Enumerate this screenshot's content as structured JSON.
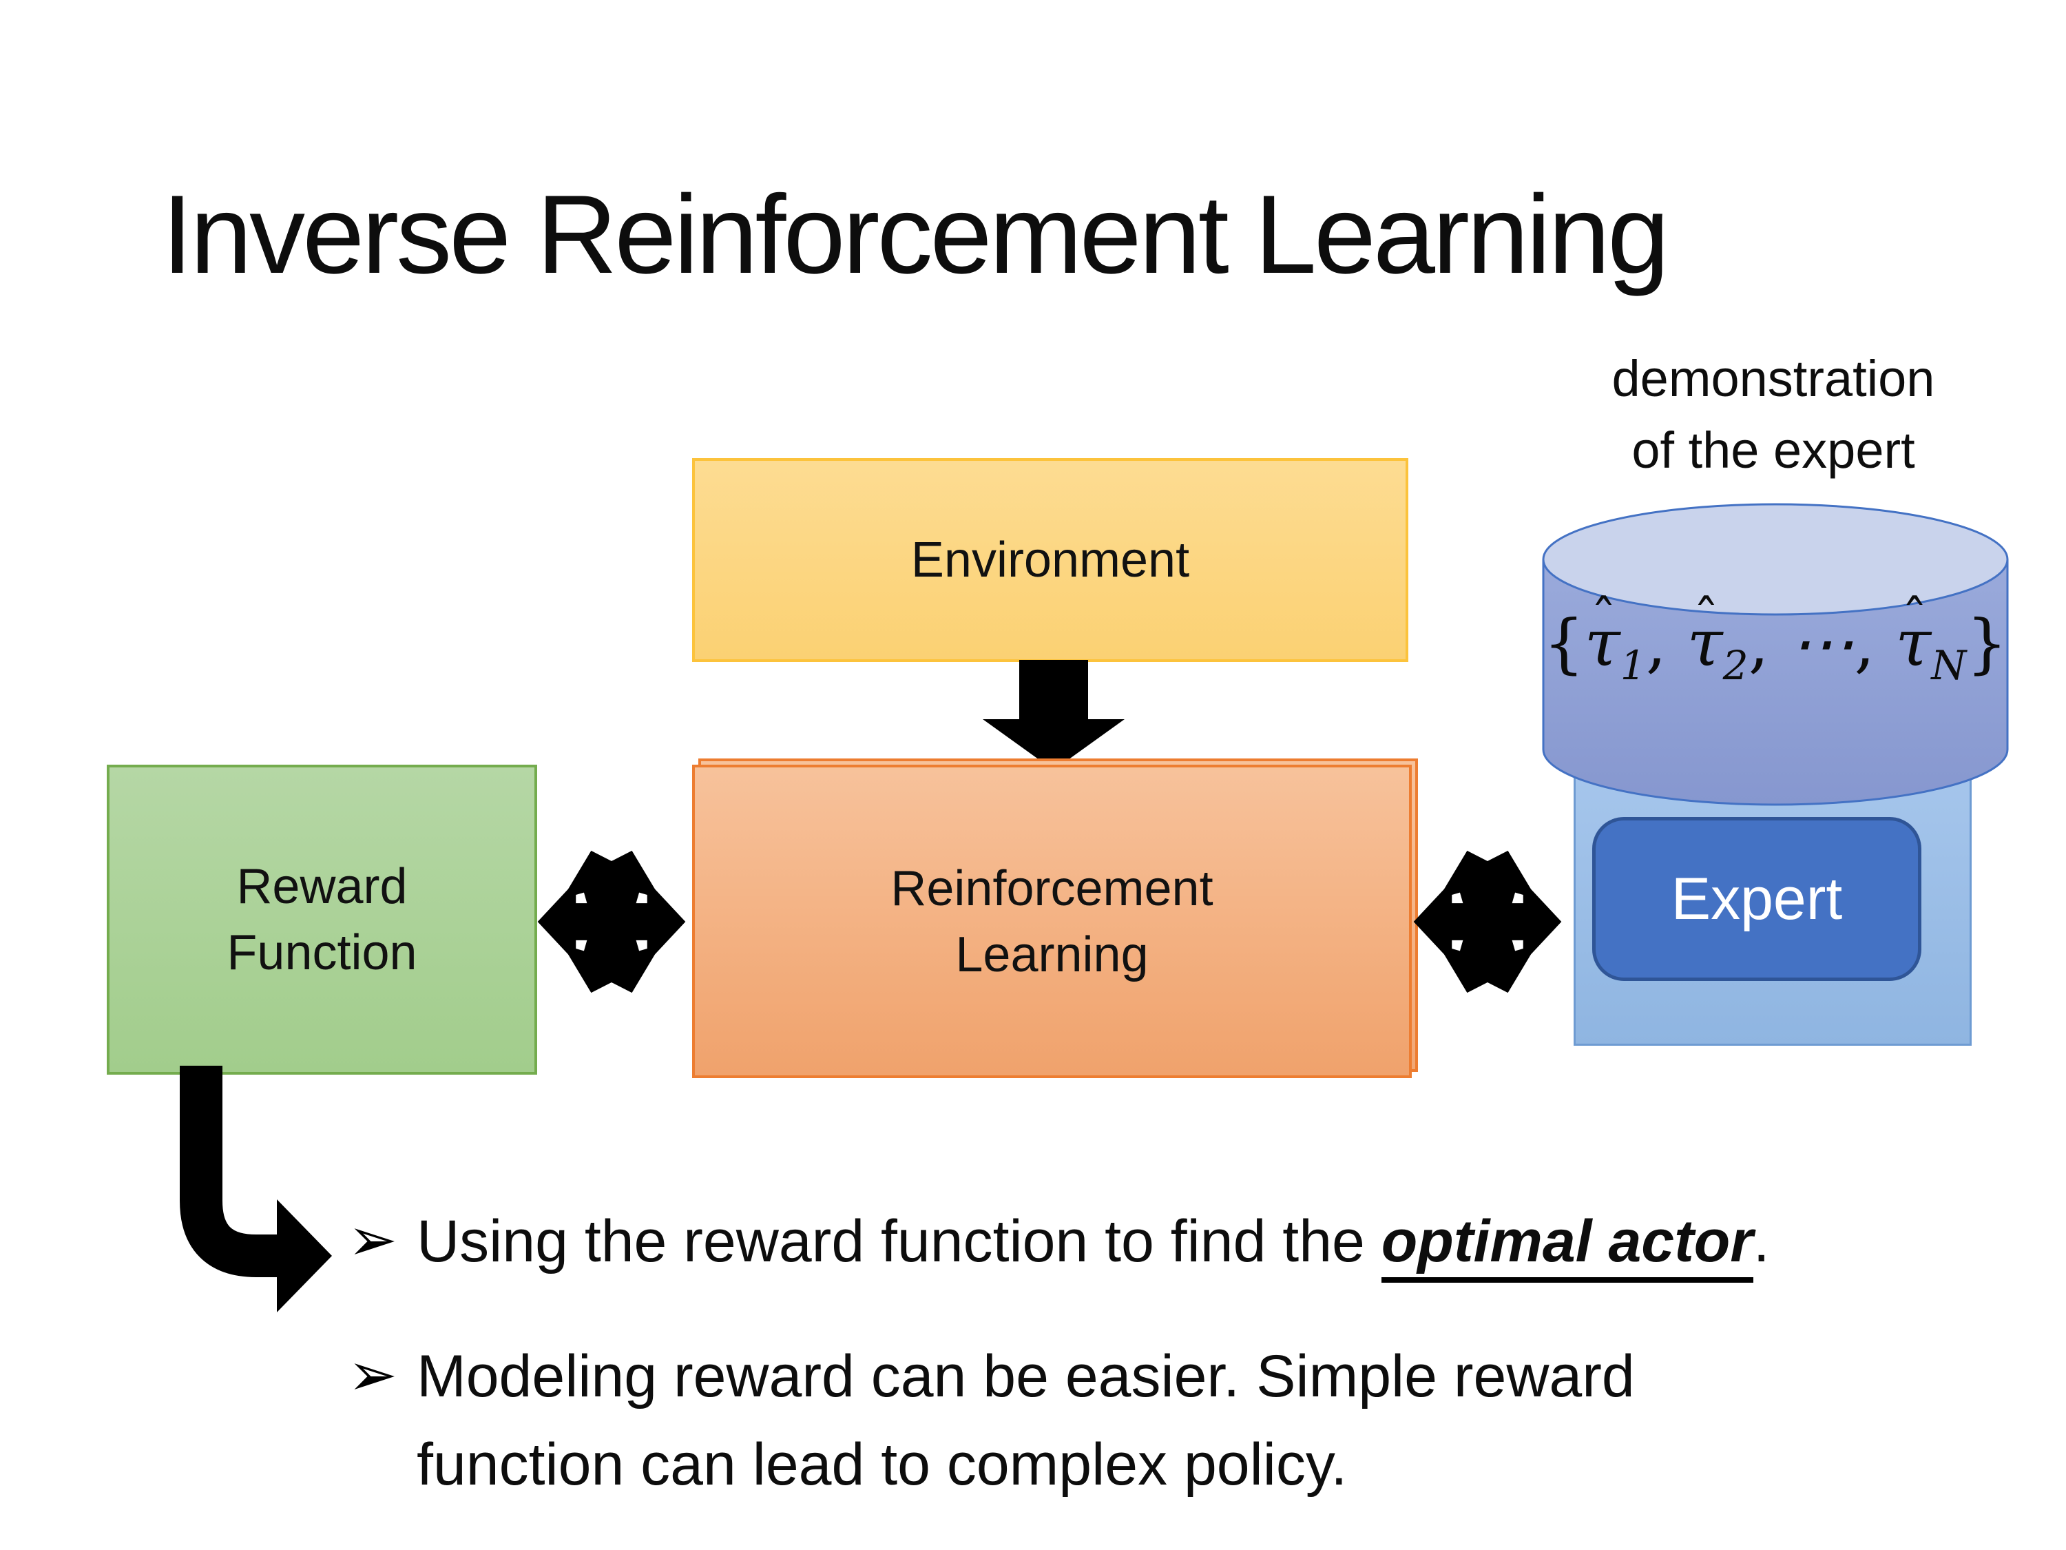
{
  "slide": {
    "title": "Inverse Reinforcement Learning"
  },
  "diagram": {
    "environment": {
      "label": "Environment"
    },
    "reward_function": {
      "line1": "Reward",
      "line2": "Function"
    },
    "reinforcement_learning": {
      "line1": "Reinforcement",
      "line2": "Learning"
    },
    "expert": {
      "label": "Expert"
    },
    "demonstration": {
      "line1": "demonstration",
      "line2": "of the expert"
    },
    "cylinder_formula": {
      "open": "{",
      "close": "}",
      "separator": ", ",
      "hat_char": "ˆ",
      "items": [
        {
          "glyph": "τ",
          "hat": true,
          "sub": "1"
        },
        {
          "glyph": "τ",
          "hat": true,
          "sub": "2"
        },
        {
          "glyph": "⋯",
          "hat": false,
          "sub": ""
        },
        {
          "glyph": "τ",
          "hat": true,
          "sub": "N"
        }
      ]
    }
  },
  "bullets": {
    "marker": "➢",
    "item1": {
      "prefix": "Using the reward function to find the ",
      "emphasis": "optimal actor",
      "suffix": "."
    },
    "item2": {
      "text": "Modeling reward can be easier. Simple reward function can lead to complex policy."
    }
  },
  "colors": {
    "environment_fill": "#FBD173",
    "environment_border": "#FCC33C",
    "reward_fill": "#A9D18E",
    "reward_border": "#70AD47",
    "rl_fill": "#F4B183",
    "rl_border": "#ED7D31",
    "container_fill": "#9DC3E6",
    "container_border": "#6E9BD2",
    "cylinder_body": "#8FA1D5",
    "cylinder_top": "#C9D3EC",
    "cylinder_border": "#4472C4",
    "expert_fill": "#4472C4",
    "expert_border": "#2F5597",
    "expert_text": "#FFFFFF",
    "arrow_color": "#000000"
  }
}
